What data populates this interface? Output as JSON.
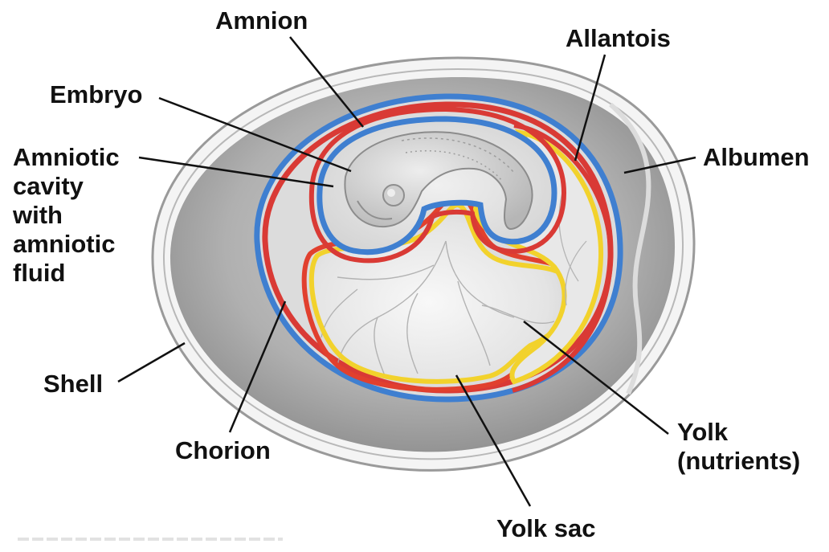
{
  "labels": {
    "amnion": "Amnion",
    "allantois": "Allantois",
    "embryo": "Embryo",
    "amniotic_cavity": [
      "Amniotic",
      "cavity",
      "with",
      "amniotic",
      "fluid"
    ],
    "albumen": "Albumen",
    "shell": "Shell",
    "chorion": "Chorion",
    "yolk": [
      "Yolk",
      "(nutrients)"
    ],
    "yolk_sac": "Yolk sac"
  },
  "colors": {
    "amnion_membrane": "#3f7fd0",
    "chorion_membrane": "#d93a35",
    "allantois_membrane": "#f2d22c",
    "yolk_sac_membrane": "#e1402e",
    "albumen": "#9a9a9a",
    "shell": "#f2f2f2",
    "leader_line": "#111111"
  }
}
